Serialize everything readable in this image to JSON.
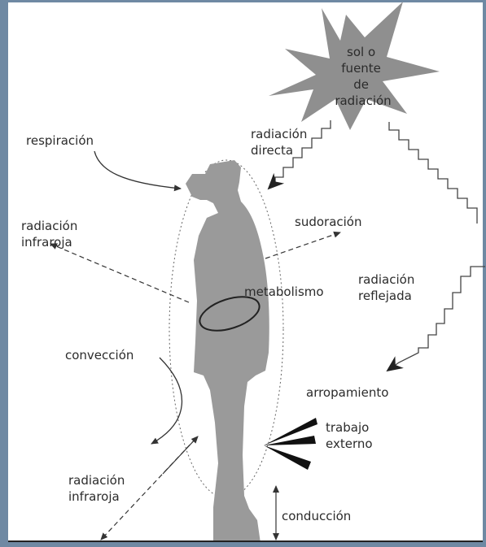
{
  "labels": {
    "sun": [
      "sol o",
      "fuente",
      "de",
      "radiación"
    ],
    "direct_radiation": [
      "radiación",
      "directa"
    ],
    "respiration": "respiración",
    "infrared_top": [
      "radiación",
      "infraroja"
    ],
    "sweating": "sudoración",
    "metabolism": "metabolismo",
    "reflected_radiation": [
      "radiación",
      "reflejada"
    ],
    "convection": "convección",
    "clothing": "arropamiento",
    "external_work": [
      "trabajo",
      "externo"
    ],
    "infrared_bottom": [
      "radiación",
      "infraroja"
    ],
    "conduction": "conducción"
  },
  "colors": {
    "frame": "#6f89a3",
    "sun": "#8f8f8f",
    "silhouette": "#9a9a9a",
    "stroke": "#333333",
    "text": "#2b2b2b"
  }
}
